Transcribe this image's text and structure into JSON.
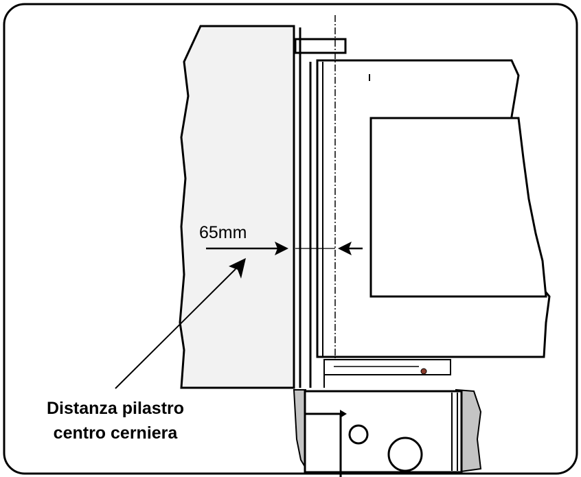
{
  "dimension": {
    "value_label": "65mm"
  },
  "caption": {
    "line1": "Distanza pilastro",
    "line2": "centro cerniera"
  }
}
